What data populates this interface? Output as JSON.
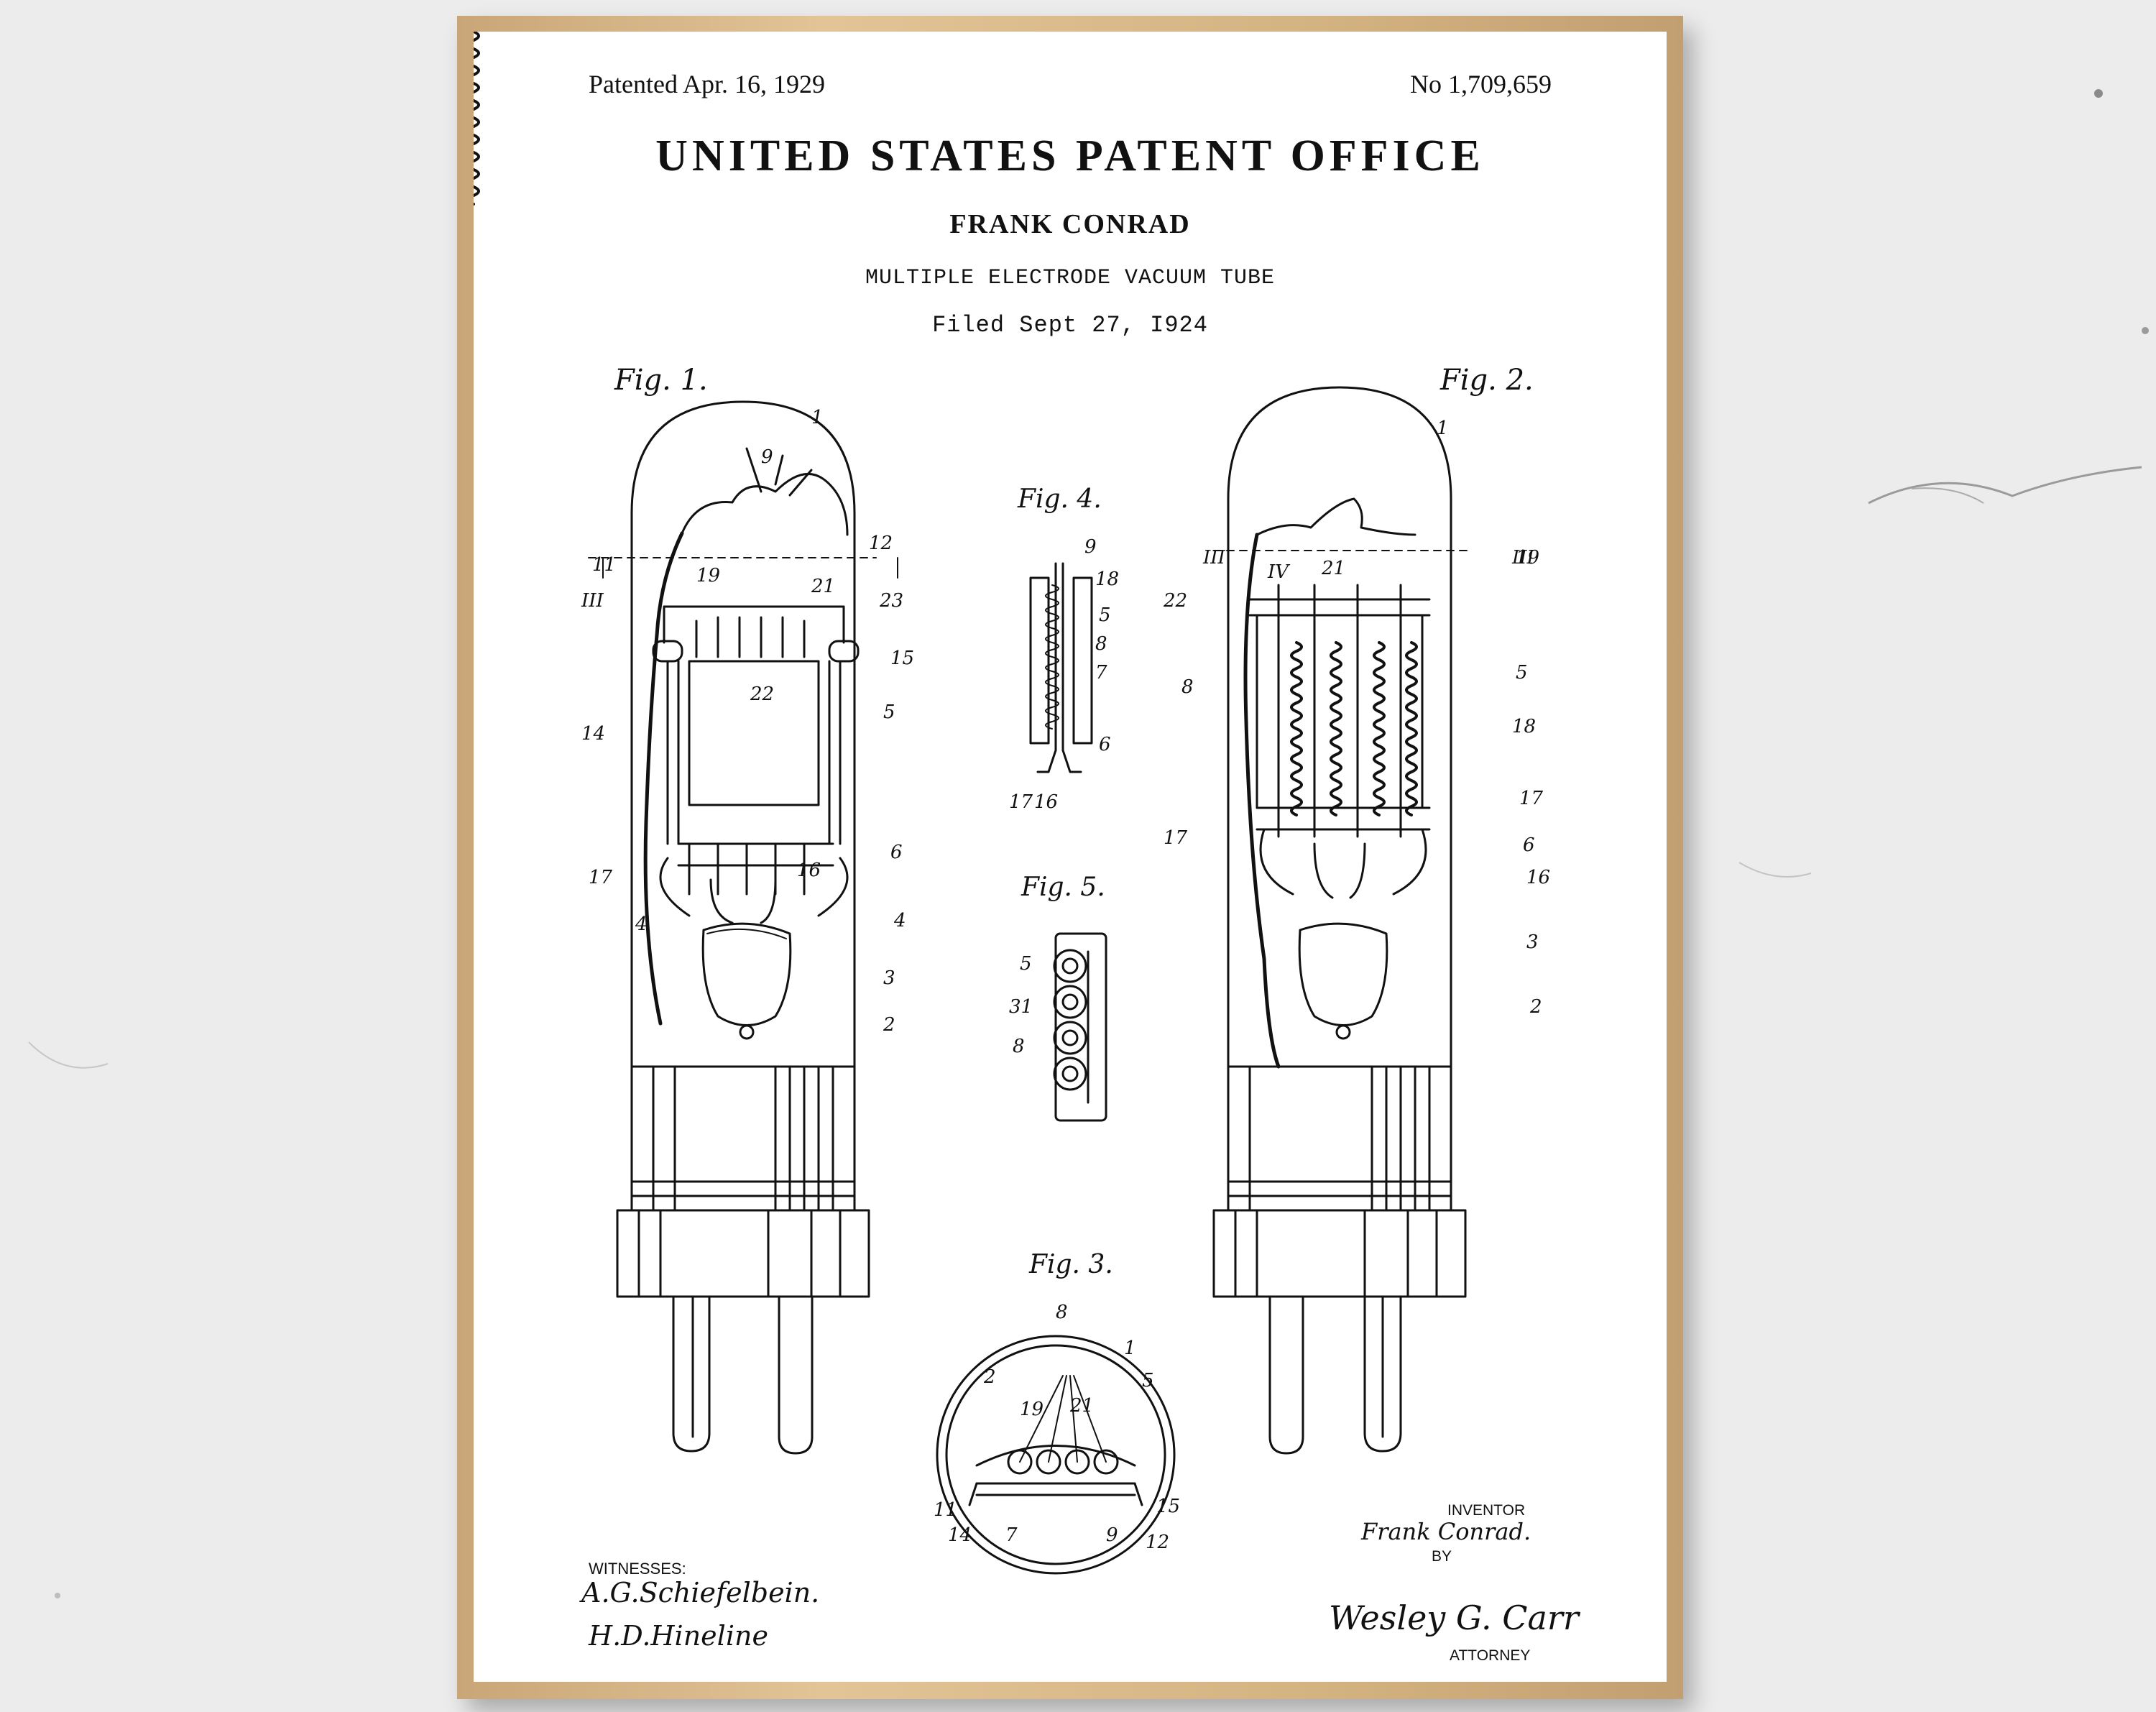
{
  "header": {
    "patented": "Patented Apr. 16, 1929",
    "number": "No 1,709,659"
  },
  "office": "UNITED STATES PATENT OFFICE",
  "inventor": "FRANK CONRAD",
  "title": "MULTIPLE ELECTRODE VACUUM TUBE",
  "filed": "Filed Sept 27, I924",
  "figures": {
    "fig1": "Fig. 1.",
    "fig2": "Fig. 2.",
    "fig3": "Fig. 3.",
    "fig4": "Fig. 4.",
    "fig5": "Fig. 5."
  },
  "signatures": {
    "witnesses_label": "WITNESSES:",
    "witness_1": "A.G.Schiefelbein.",
    "witness_2": "H.D.Hineline",
    "inventor_label": "INVENTOR",
    "inventor_signature": "Frank Conrad.",
    "by": "BY",
    "attorney_signature": "Wesley G. Carr",
    "attorney_label": "ATTORNEY"
  },
  "colors": {
    "wall": "#ececec",
    "frame": "#d9bb8c",
    "paper": "#ffffff",
    "ink": "#111111"
  }
}
